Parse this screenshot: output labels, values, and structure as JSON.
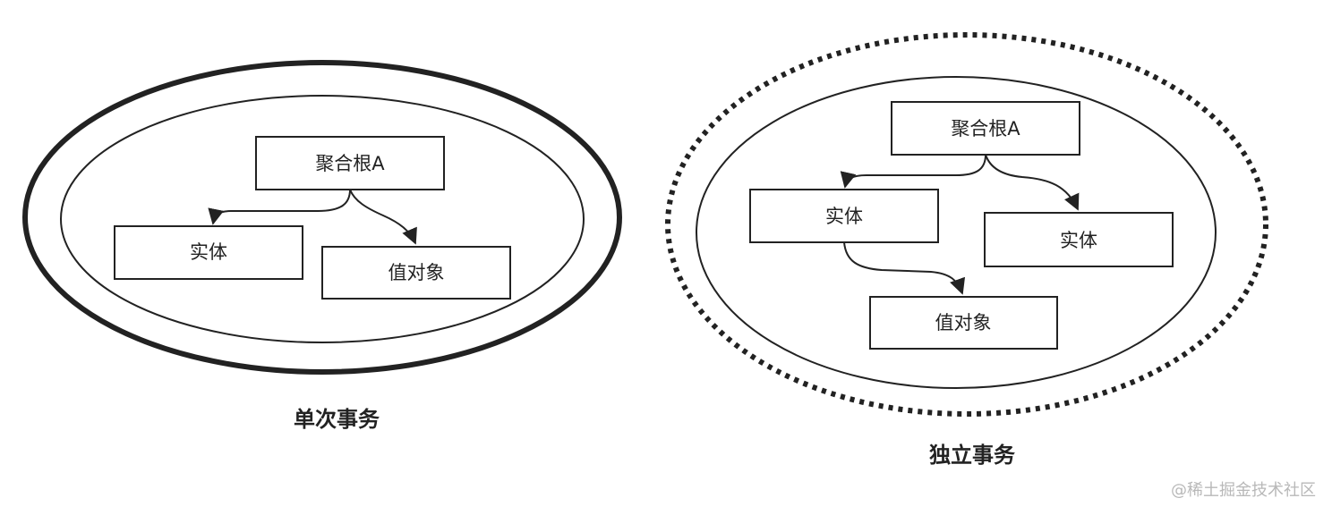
{
  "colors": {
    "stroke": "#222222",
    "background": "#ffffff",
    "watermark": "#b8b8b8"
  },
  "left_diagram": {
    "caption": "单次事务",
    "boundary_style": "solid",
    "root": "聚合根A",
    "entity": "实体",
    "value_object": "值对象"
  },
  "right_diagram": {
    "caption": "独立事务",
    "boundary_style": "dotted",
    "root": "聚合根A",
    "entity_1": "实体",
    "entity_2": "实体",
    "value_object": "值对象"
  },
  "watermark": "@稀土掘金技术社区"
}
